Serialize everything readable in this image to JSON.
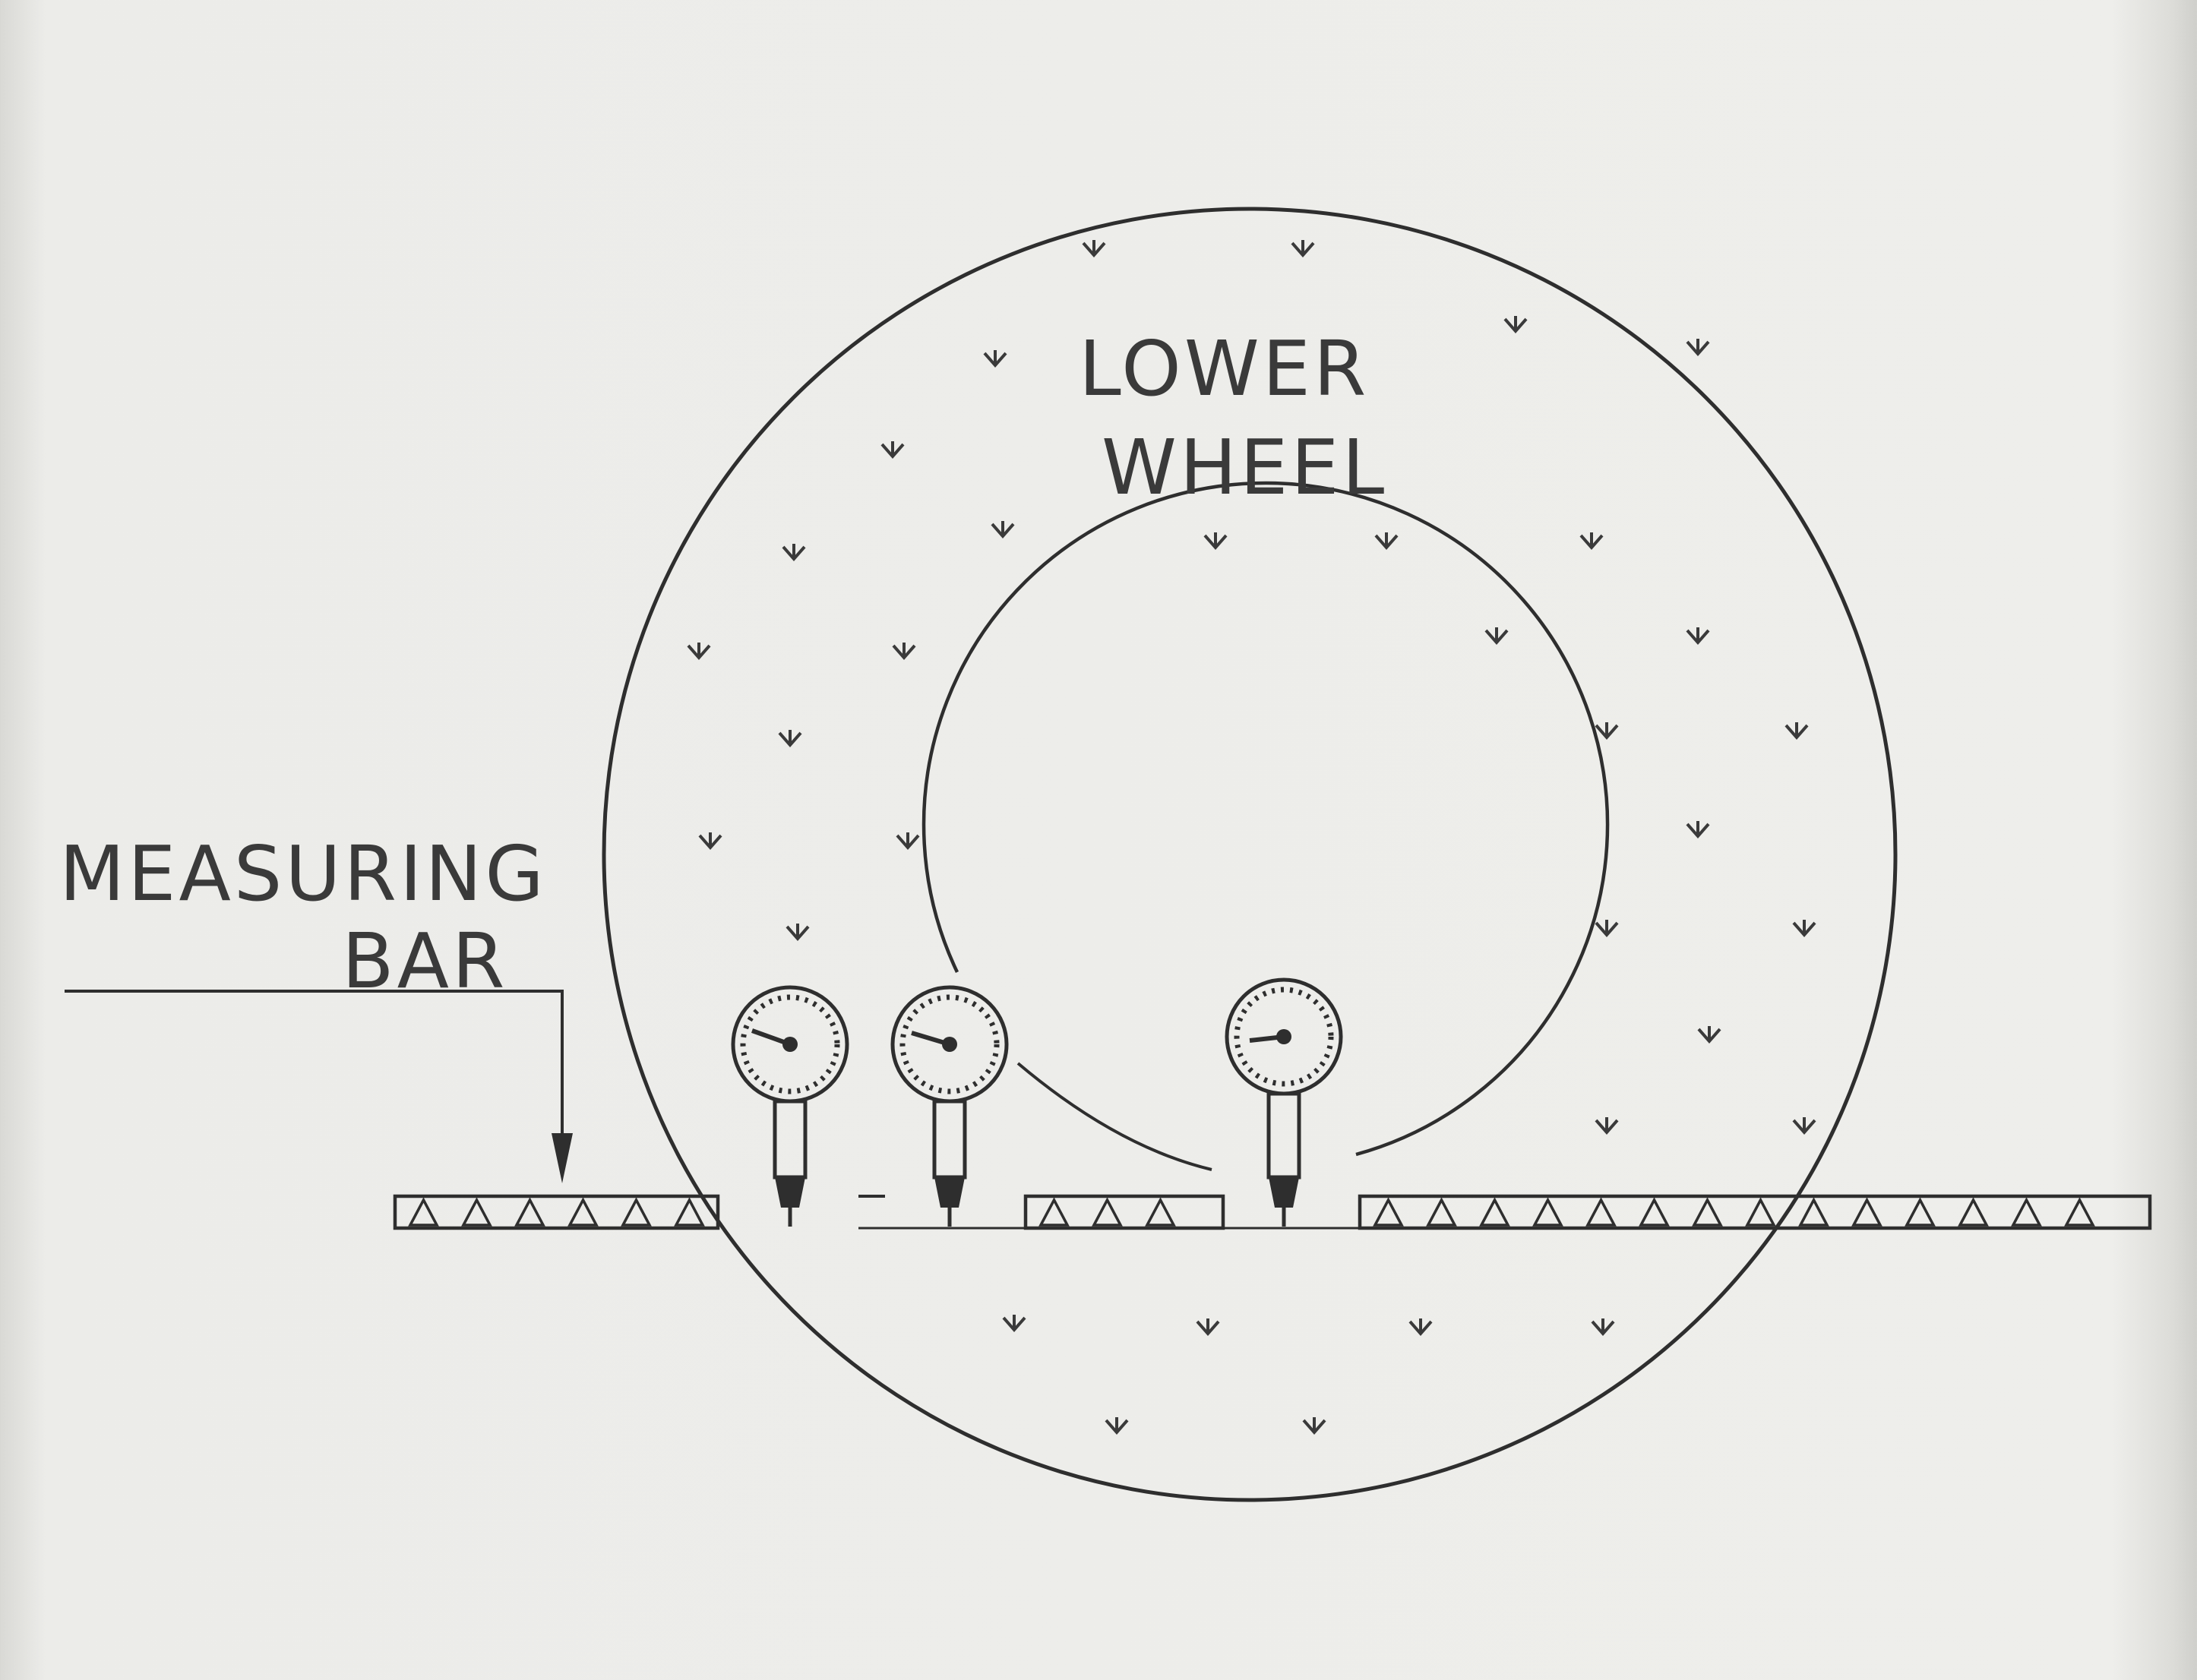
{
  "diagram": {
    "wheel_label": {
      "line1": "LOWER",
      "line2": "WHEEL"
    },
    "bar_label": {
      "line1": "MEASURING",
      "line2": "BAR"
    },
    "colors": {
      "ink": "#2e2e2e",
      "paper": "#eeeeeb"
    },
    "gauge_count": 3,
    "icons": [
      "dial-gauge-icon",
      "arrow-down-icon",
      "hatch-mark-icon"
    ]
  }
}
